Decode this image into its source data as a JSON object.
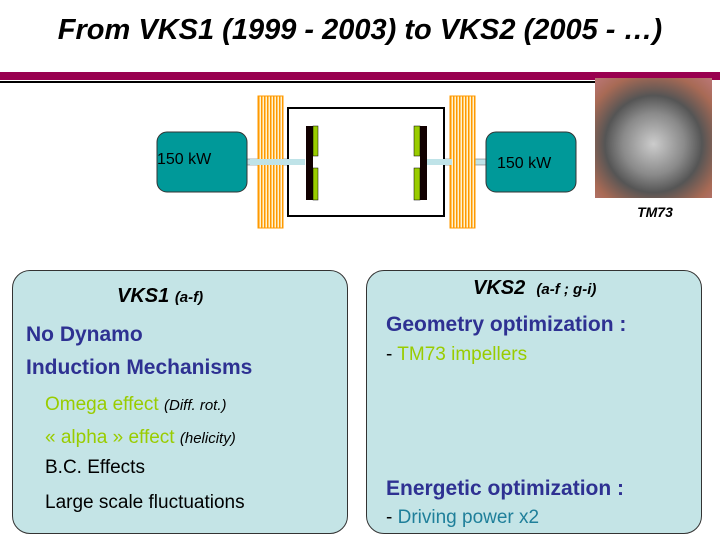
{
  "title": "From VKS1 (1999 - 2003) to VKS2 (2005 - …)",
  "diagram": {
    "motor_left": "150 kW",
    "motor_right": "150 kW"
  },
  "photo_label": "TM73",
  "vks1": {
    "heading": "VKS1",
    "refs": "(a-f)",
    "line1": "No Dynamo",
    "line2": "Induction Mechanisms",
    "items": [
      {
        "text": "Omega effect",
        "note": "(Diff. rot.)"
      },
      {
        "text": "« alpha » effect",
        "note": "(helicity)"
      },
      {
        "text": "B.C. Effects"
      },
      {
        "text": "Large scale fluctuations"
      }
    ]
  },
  "vks2": {
    "heading": "VKS2",
    "refs": "(a-f ; g-i)",
    "geom": "Geometry optimization :",
    "dash": "-",
    "geom_item": "TM73 impellers",
    "energy": "Energetic optimization :",
    "energy_item": "Driving power x2"
  },
  "colors": {
    "accent_bar": "#990050",
    "motor": "#009999",
    "impeller": "#99cc00",
    "coil": "#ff9900",
    "heading_blue": "#2e3192"
  }
}
